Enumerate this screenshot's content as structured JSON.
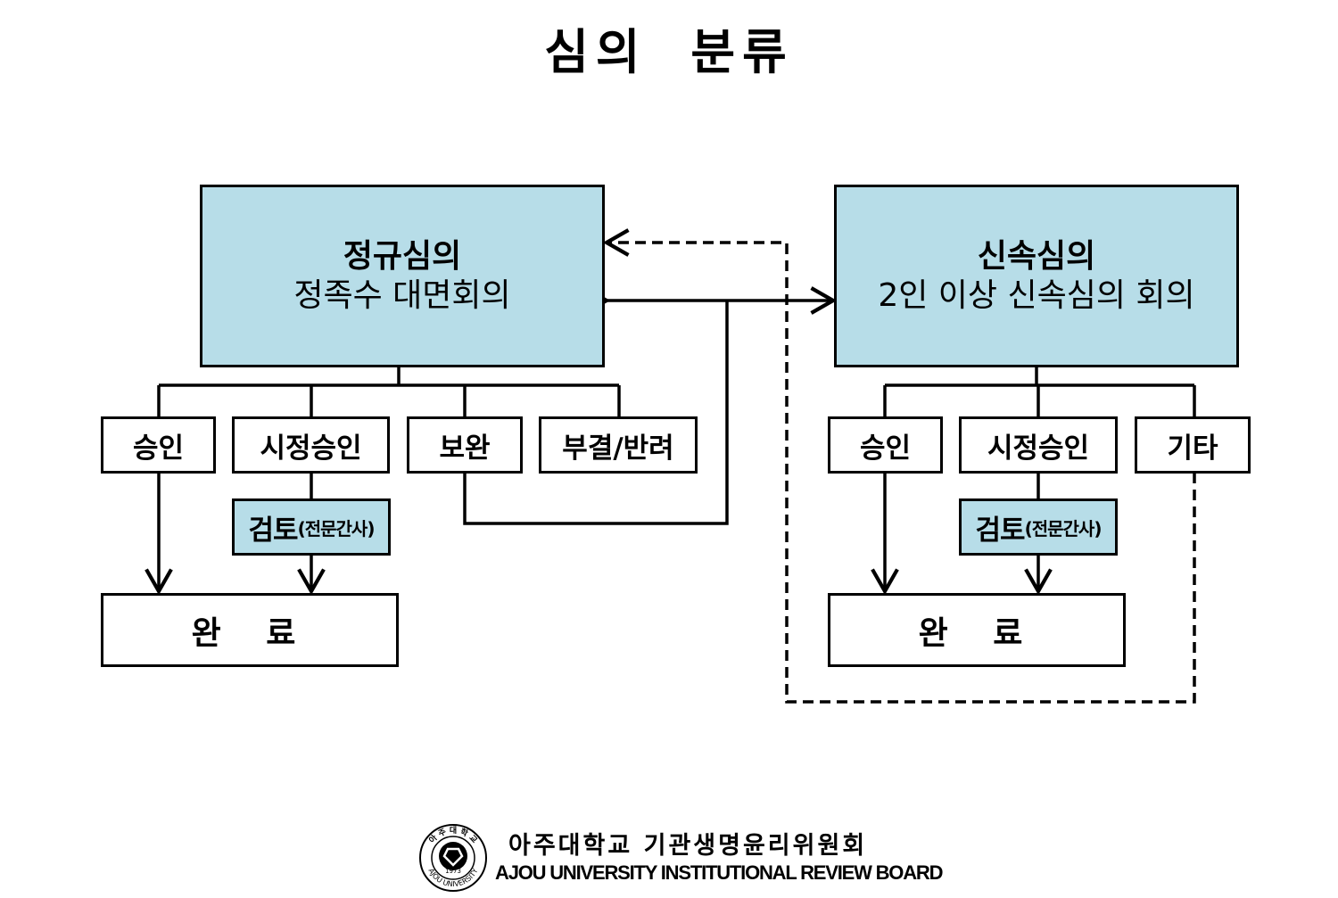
{
  "title": "심의 분류",
  "regular": {
    "title": "정규심의",
    "subtitle": "정족수 대면회의",
    "outcomes": [
      "승인",
      "시정승인",
      "보완",
      "부결/반려"
    ],
    "review_main": "검토",
    "review_note": "(전문간사)",
    "done": "완 료"
  },
  "expedited": {
    "title": "신속심의",
    "subtitle": "2인 이상 신속심의 회의",
    "outcomes": [
      "승인",
      "시정승인",
      "기타"
    ],
    "review_main": "검토",
    "review_note": "(전문간사)",
    "done": "완 료"
  },
  "footer": {
    "org_ko": "아주대학교 기관생명윤리위원회",
    "org_en": "AJOU UNIVERSITY INSTITUTIONAL REVIEW BOARD",
    "seal_top": "아 주 대 학 교",
    "seal_bottom": "AJOU UNIVERSITY",
    "seal_year": "1973"
  },
  "colors": {
    "box_fill": "#b7dde8",
    "line": "#000000",
    "background": "#ffffff"
  }
}
